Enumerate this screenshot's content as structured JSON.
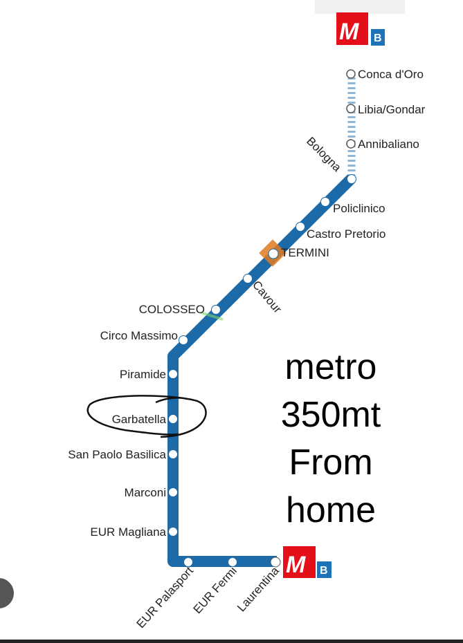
{
  "logo": {
    "letter": "M",
    "line": "B",
    "red": "#e3101a",
    "blue": "#1e73b8"
  },
  "line_color": "#1c6aa8",
  "branch_color": "#8fb6d6",
  "stations": {
    "conca_doro": "Conca d'Oro",
    "libia": "Libia/Gondar",
    "annibaliano": "Annibaliano",
    "bologna": "Bologna",
    "policlinico": "Policlinico",
    "castro_pretorio": "Castro Pretorio",
    "termini": "TERMINI",
    "cavour": "Cavour",
    "colosseo": "COLOSSEO",
    "circo_massimo": "Circo Massimo",
    "piramide": "Piramide",
    "garbatella": "Garbatella",
    "san_paolo": "San Paolo Basilica",
    "marconi": "Marconi",
    "eur_magliana": "EUR Magliana",
    "eur_palasport": "EUR Palasport",
    "eur_fermi": "EUR Fermi",
    "laurentina": "Laurentina"
  },
  "note": {
    "line1": "metro",
    "line2": "350mt",
    "line3": "From",
    "line4": "home"
  }
}
